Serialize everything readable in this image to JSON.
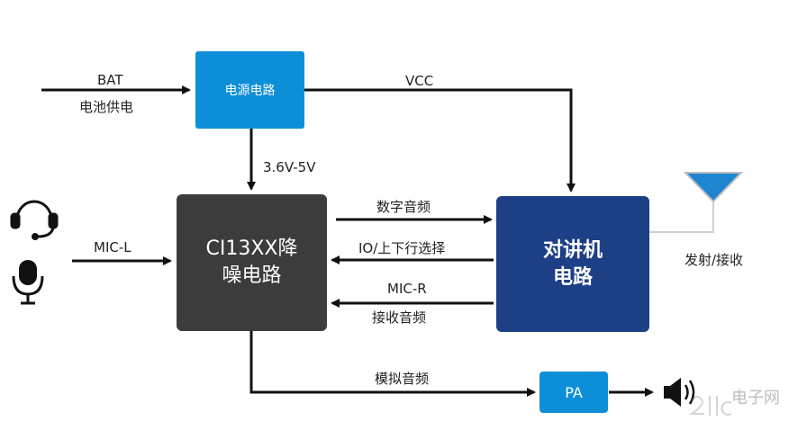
{
  "blocks": {
    "power": "电源电路",
    "ci_line1": "CI13XX降",
    "ci_line2": "噪电路",
    "radio_line1": "对讲机",
    "radio_line2": "电路",
    "pa": "PA"
  },
  "labels": {
    "bat": "BAT",
    "battery": "电池供电",
    "vcc": "VCC",
    "voltage": "3.6V-5V",
    "mic_l": "MIC-L",
    "digital_audio": "数字音频",
    "io_select": "IO/上下行选择",
    "mic_r": "MIC-R",
    "receive_audio": "接收音频",
    "tx_rx": "发射/接收",
    "analog_audio": "模拟音频"
  },
  "watermark": "电子网",
  "icons": [
    "headset-icon",
    "microphone-icon",
    "antenna-icon",
    "speaker-icon"
  ],
  "colors": {
    "light_blue": "#0d8fd8",
    "dark_gray": "#3c3c3c",
    "navy": "#1d3f85"
  }
}
